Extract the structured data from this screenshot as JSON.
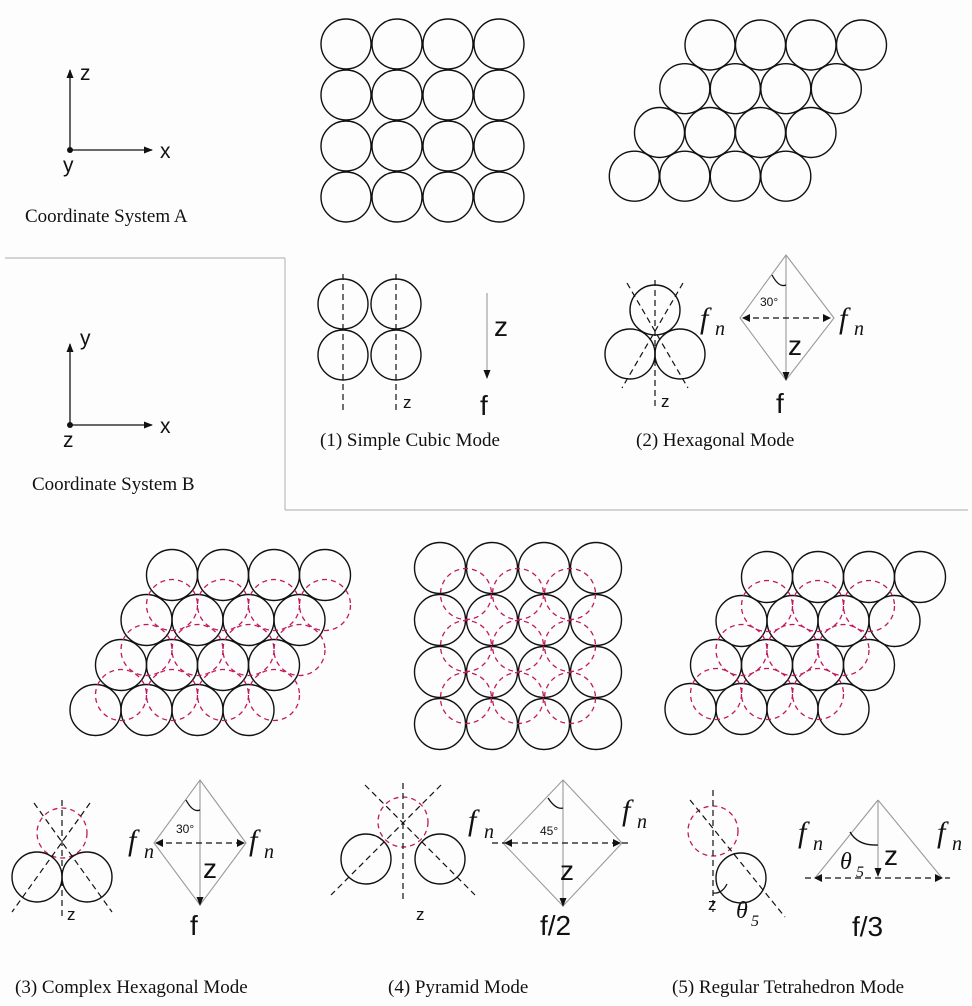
{
  "coord_a": {
    "label": "Coordinate System A",
    "up": "z",
    "right": "x",
    "out": "y"
  },
  "coord_b": {
    "label": "Coordinate System B",
    "up": "y",
    "right": "x",
    "out": "z"
  },
  "modes": {
    "m1": {
      "caption": "(1)   Simple Cubic Mode",
      "axis": "z",
      "force": "f",
      "z_label": "z"
    },
    "m2": {
      "caption": "(2)   Hexagonal  Mode",
      "z_label": "z",
      "normal": "f",
      "normal_sub": "n",
      "angle": "30°",
      "axis": "z",
      "force": "f"
    },
    "m3": {
      "caption": "(3) Complex Hexagonal Mode",
      "z_label": "z",
      "normal": "f",
      "normal_sub": "n",
      "angle": "30°",
      "axis": "z",
      "force": "f"
    },
    "m4": {
      "caption": "(4)  Pyramid  Mode",
      "z_label": "z",
      "normal": "f",
      "normal_sub": "n",
      "angle": "45°",
      "axis": "z",
      "force": "f/2"
    },
    "m5": {
      "caption": "(5) Regular Tetrahedron  Mode",
      "z_label": "z",
      "normal": "f",
      "normal_sub": "n",
      "theta": "θ",
      "theta_sub": "5",
      "axis": "z",
      "force": "f/3"
    }
  }
}
